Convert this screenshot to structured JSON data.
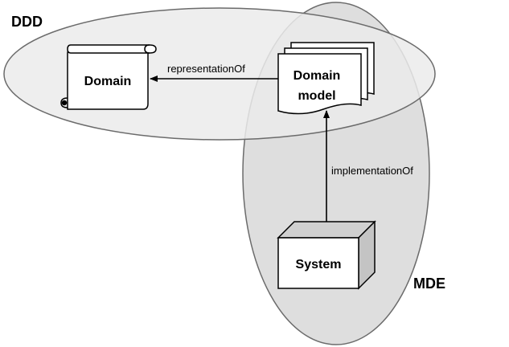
{
  "regions": {
    "ddd": {
      "label": "DDD",
      "fill": "#ebebeb",
      "opacity": 0.85
    },
    "mde": {
      "label": "MDE",
      "fill": "#d8d8d8",
      "opacity": 0.85
    }
  },
  "nodes": {
    "domain": {
      "label": "Domain"
    },
    "domain_model": {
      "label_line1": "Domain",
      "label_line2": "model"
    },
    "system": {
      "label": "System"
    }
  },
  "edges": {
    "representation": {
      "label": "representationOf"
    },
    "implementation": {
      "label": "implementationOf"
    }
  },
  "colors": {
    "stroke": "#000000",
    "region_stroke": "#6b6b6b",
    "background": "#ffffff"
  }
}
